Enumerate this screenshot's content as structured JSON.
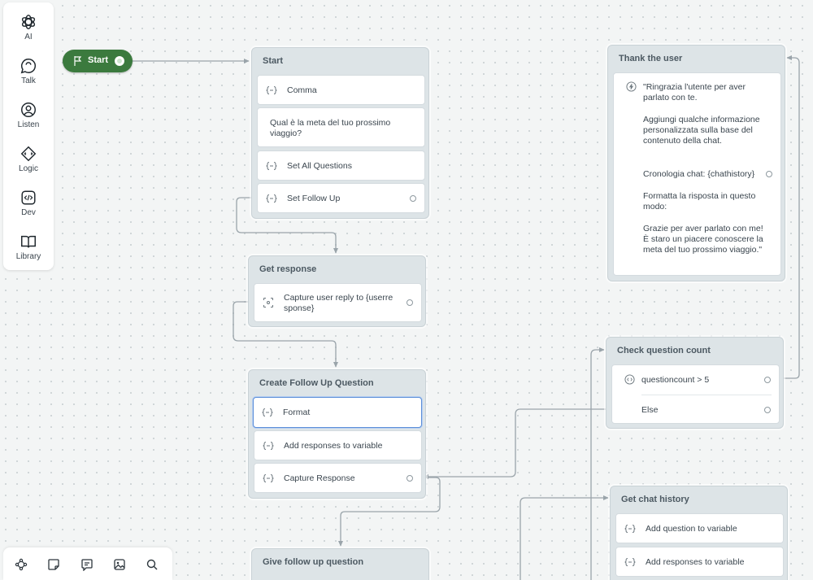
{
  "sidebar": {
    "items": [
      {
        "label": "AI",
        "icon": "openai-icon"
      },
      {
        "label": "Talk",
        "icon": "chat-bubble-icon"
      },
      {
        "label": "Listen",
        "icon": "user-circle-icon"
      },
      {
        "label": "Logic",
        "icon": "diamond-arrows-icon"
      },
      {
        "label": "Dev",
        "icon": "code-icon"
      },
      {
        "label": "Library",
        "icon": "book-open-icon"
      }
    ]
  },
  "toolbar": {
    "tools": [
      "nodes-icon",
      "sticky-note-icon",
      "comment-icon",
      "image-icon",
      "search-icon"
    ]
  },
  "start_node": {
    "label": "Start"
  },
  "blocks": {
    "start": {
      "title": "Start",
      "steps": [
        "Comma",
        "Qual è la meta del tuo prossimo viaggio?",
        "Set All Questions",
        "Set Follow Up"
      ]
    },
    "get_response": {
      "title": "Get response",
      "steps": [
        "Capture user reply to {userre sponse}"
      ]
    },
    "create_follow_up": {
      "title": "Create Follow Up Question",
      "steps": [
        "Format",
        "Add responses to variable",
        "Capture Response"
      ]
    },
    "give_follow_up": {
      "title": "Give follow up question"
    },
    "thank_user": {
      "title": "Thank the user",
      "text": {
        "p1": "\"Ringrazia l'utente per aver parlato con te.",
        "p2": "Aggiungi qualche informazione personalizzata sulla base del contenuto della chat.",
        "p3": "Cronologia chat: {chathistory}",
        "p4": "Formatta la risposta in questo modo:",
        "p5": "Grazie per aver parlato con me! È staro un piacere conoscere la meta del tuo prossimo viaggio.\""
      }
    },
    "check_count": {
      "title": "Check question count",
      "condition": "questioncount > 5",
      "else_label": "Else"
    },
    "chat_history": {
      "title": "Get chat history",
      "steps": [
        "Add question to variable",
        "Add responses to variable"
      ]
    }
  },
  "colors": {
    "start_green": "#3b7a3e",
    "block_bg": "#dde4e7",
    "wire": "#9aa4aa",
    "selected_border": "#5b8ed8"
  }
}
